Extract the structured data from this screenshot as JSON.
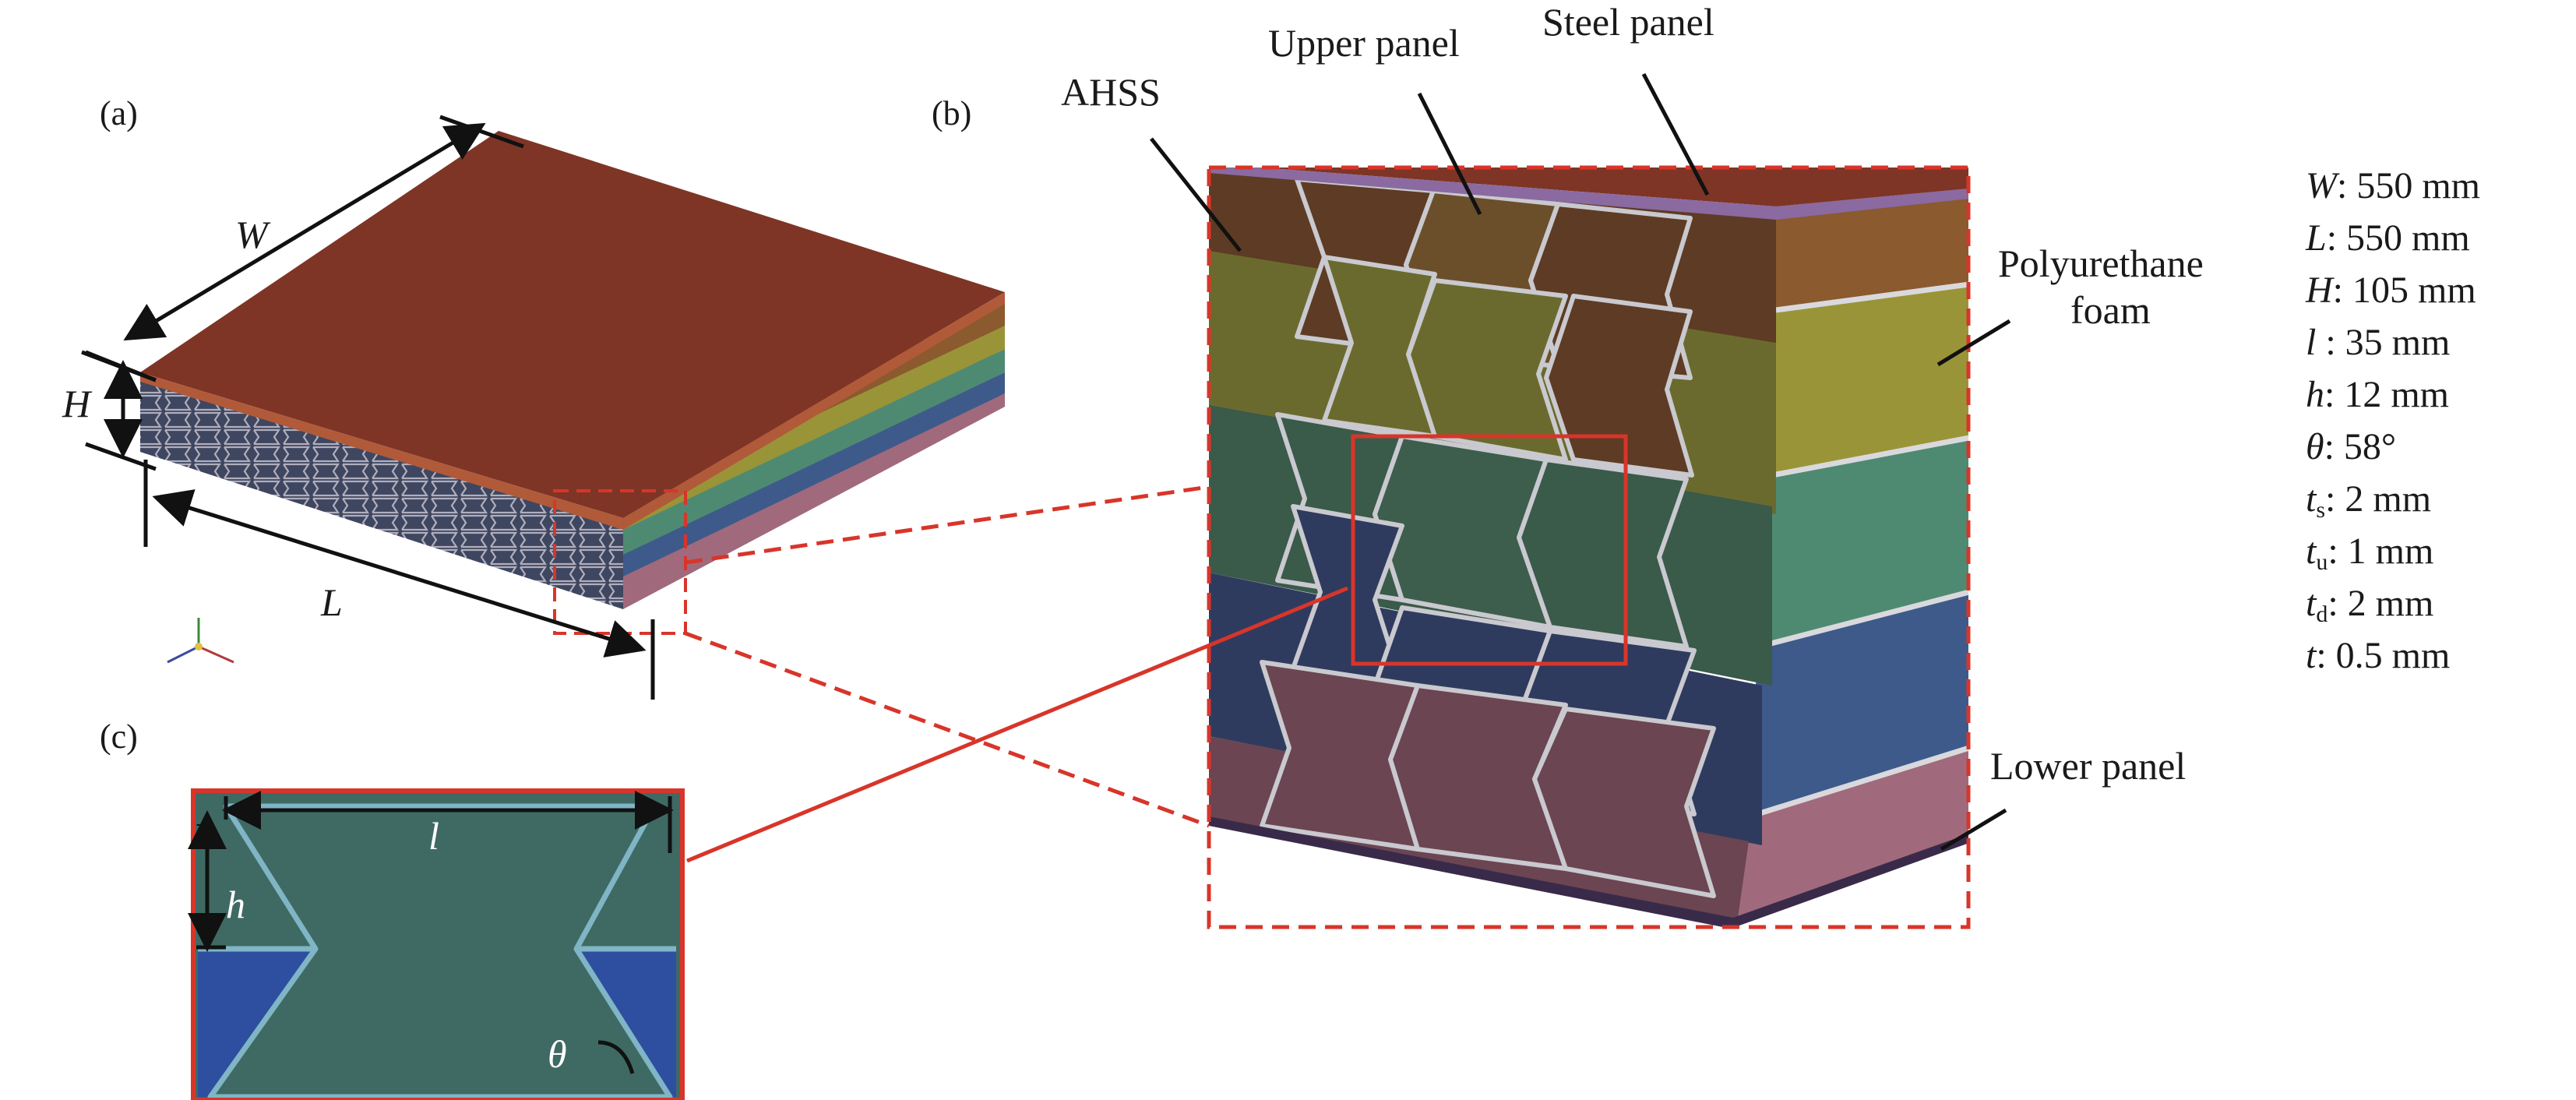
{
  "panels": {
    "a": "(a)",
    "b": "(b)",
    "c": "(c)"
  },
  "dimensions": {
    "W": "W",
    "H": "H",
    "L": "L",
    "l": "l",
    "h": "h",
    "theta": "θ"
  },
  "callouts": {
    "ahss": "AHSS",
    "upper_panel": "Upper panel",
    "steel_panel": "Steel panel",
    "foam_line1": "Polyurethane",
    "foam_line2": "foam",
    "lower_panel": "Lower panel"
  },
  "parameters": [
    {
      "sym": "W",
      "sub": "",
      "value": ": 550 mm"
    },
    {
      "sym": "L",
      "sub": "",
      "value": ": 550 mm"
    },
    {
      "sym": "H",
      "sub": "",
      "value": ": 105 mm"
    },
    {
      "sym": "l",
      "sub": "",
      "value": " : 35 mm"
    },
    {
      "sym": "h",
      "sub": "",
      "value": ": 12 mm"
    },
    {
      "sym": "θ",
      "sub": "",
      "value": ": 58°"
    },
    {
      "sym": "t",
      "sub": "s",
      "value": ": 2 mm"
    },
    {
      "sym": "t",
      "sub": "u",
      "value": ": 1 mm"
    },
    {
      "sym": "t",
      "sub": "d",
      "value": ": 2 mm"
    },
    {
      "sym": "t",
      "sub": "",
      "value": ": 0.5 mm"
    }
  ],
  "colors": {
    "steel": "#7a3424",
    "brown": "#5e3b24",
    "olive": "#6b6a2e",
    "green": "#3a5a4a",
    "navy": "#2f3b5e",
    "mauve": "#6b4552",
    "foam_orange": "#8b5a2e",
    "foam_yellow": "#9a9438",
    "foam_green": "#4e8a72",
    "foam_blue": "#3e5a8a",
    "foam_pink": "#a06a7c",
    "cell": "#3f6a64",
    "cell_blue": "#2e4ea0",
    "redline": "#d8352a"
  }
}
